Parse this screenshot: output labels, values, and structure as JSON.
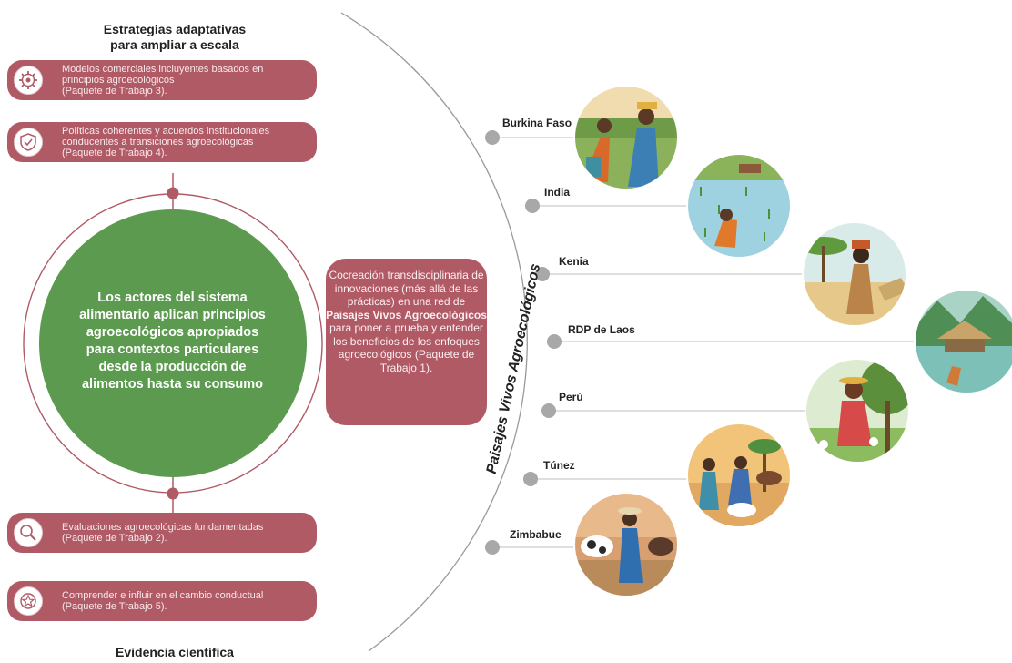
{
  "headings": {
    "top_line1": "Estrategias adaptativas",
    "top_line2": "para ampliar a escala",
    "bottom": "Evidencia científica"
  },
  "strategies": [
    {
      "icon": "gear-icon",
      "lines": [
        "Modelos comerciales incluyentes basados en",
        "principios agroecológicos",
        "(Paquete de Trabajo 3)."
      ]
    },
    {
      "icon": "shield-check-icon",
      "lines": [
        "Políticas coherentes y acuerdos institucionales",
        "conducentes a transiciones agroecológicas",
        "(Paquete de Trabajo 4)."
      ]
    }
  ],
  "evidence": [
    {
      "icon": "magnifier-icon",
      "lines": [
        "Evaluaciones agroecológicas fundamentadas",
        "(Paquete de Trabajo 2)."
      ]
    },
    {
      "icon": "star-badge-icon",
      "lines": [
        "Comprender e influir en el cambio conductual",
        "(Paquete de Trabajo 5)."
      ]
    }
  ],
  "center_lines": [
    "Los actores del sistema",
    "alimentario aplican principios",
    "agroecológicos apropiados",
    "para contextos particulares",
    "desde la producción de",
    "alimentos hasta su consumo"
  ],
  "cocreation": {
    "pre": "Cocreación transdisciplinaria de innovaciones (más allá de las prácticas) en una red de ",
    "bold": "Paisajes Vivos Agroecológicos",
    "post": " para poner a prueba y entender los beneficios de los enfoques agroecológicos (Paquete de Trabajo 1)."
  },
  "network_label": "Paisajes Vivos Agroecológicos",
  "countries": [
    "Burkina Faso",
    "India",
    "Kenia",
    "RDP de Laos",
    "Perú",
    "Túnez",
    "Zimbabue"
  ],
  "colors": {
    "pill": "#b05a66",
    "pill_text": "#f7e8ea",
    "green_circle": "#5c9a4f",
    "connector": "#b05a66",
    "node": "#a8a8a8",
    "arc": "#9a9a9a"
  }
}
